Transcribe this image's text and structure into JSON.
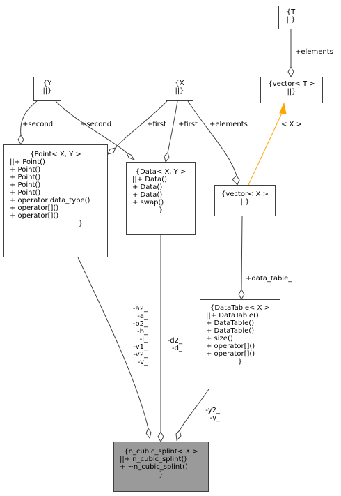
{
  "nodes": {
    "T": {
      "title": "{T",
      "sep": "||}"
    },
    "vectorT": {
      "title": "{vector< T >",
      "sep": "||}"
    },
    "Y": {
      "title": "{Y",
      "sep": "||}"
    },
    "X": {
      "title": "{X",
      "sep": "||}"
    },
    "Point": {
      "title": "{Point< X, Y >",
      "members": [
        "||+ Point()",
        "+ Point()",
        "+ Point()",
        "+ Point()",
        "+ Point()",
        "+ operator data_type()",
        "+ operator[]()",
        "+ operator[]()"
      ],
      "close": "}"
    },
    "Data": {
      "title": "{Data< X, Y >",
      "members": [
        "||+ Data()",
        "+ Data()",
        "+ Data()",
        "+ swap()"
      ],
      "close": "}"
    },
    "vectorX": {
      "title": "{vector< X >",
      "sep": "||}"
    },
    "DataTable": {
      "title": "{DataTable< X >",
      "members": [
        "||+ DataTable()",
        "+ DataTable()",
        "+ DataTable()",
        "+ size()",
        "+ operator[]()",
        "+ operator[]()"
      ],
      "close": "}"
    },
    "spline": {
      "title": "{n_cubic_splint< X >",
      "members": [
        "||+ n_cubic_splint()",
        "+ ~n_cubic_splint()"
      ],
      "close": "}"
    }
  },
  "edge_labels": {
    "t_elements": "+elements",
    "template_arg": "< X >",
    "y_second_point": "+second",
    "y_second_data": "+second",
    "x_first_point": "+first",
    "x_first_data": "+first",
    "x_elements": "+elements",
    "data_table": "+data_table_",
    "point_members": [
      "-a2_",
      "-a_",
      "-b2_",
      "-b_",
      "-i_",
      "-v1_",
      "-v2_",
      "-v_"
    ],
    "data_members": [
      "-d2_",
      "-d_"
    ],
    "table_members": [
      "-y2_",
      "-y_"
    ]
  },
  "colors": {
    "edge": "#404040",
    "template_edge": "#ffa500",
    "highlight_fill": "#9a9a9a"
  }
}
